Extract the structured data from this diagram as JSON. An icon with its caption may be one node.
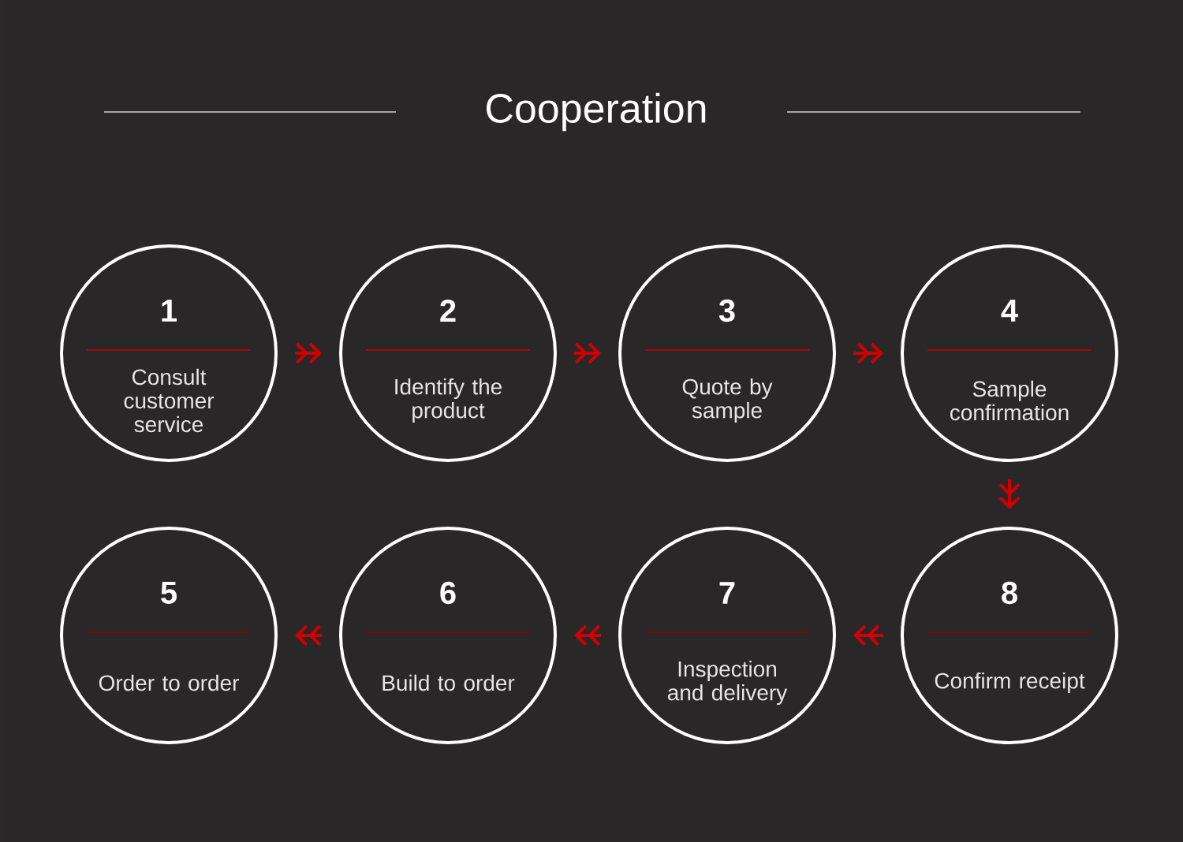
{
  "diagram": {
    "title": "Cooperation",
    "nodes": [
      {
        "text": [
          "1",
          "Consult customer service"
        ]
      },
      {
        "text": [
          "2",
          "Identify the product"
        ]
      },
      {
        "text": [
          "3",
          "Quote by sample"
        ]
      },
      {
        "text": [
          "4",
          "Sample confirmation"
        ]
      },
      {
        "text": [
          "5",
          "Order to order"
        ]
      },
      {
        "text": [
          "6",
          "Build to order"
        ]
      },
      {
        "text": [
          "7",
          "Inspection and delivery"
        ]
      },
      {
        "text": [
          "8",
          "Confirm receipt"
        ]
      }
    ],
    "edges": [
      {
        "from": 0,
        "to": 1,
        "arrow": "to"
      },
      {
        "from": 1,
        "to": 2,
        "arrow": "to"
      },
      {
        "from": 2,
        "to": 3,
        "arrow": "to"
      },
      {
        "from": 3,
        "to": 7,
        "arrow": "to"
      },
      {
        "from": 7,
        "to": 6,
        "arrow": "to"
      },
      {
        "from": 6,
        "to": 5,
        "arrow": "to"
      },
      {
        "from": 5,
        "to": 4,
        "arrow": "to"
      }
    ]
  }
}
